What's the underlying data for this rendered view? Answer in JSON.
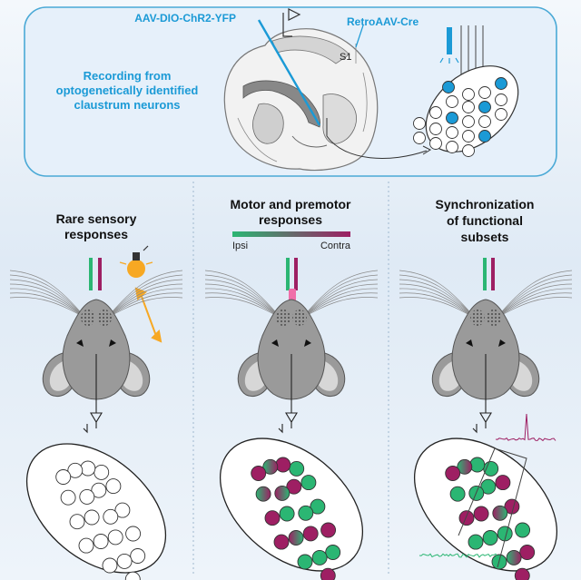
{
  "top": {
    "injection_label": "AAV-DIO-ChR2-YFP",
    "retro_label": "RetroAAV-Cre",
    "s1_label": "S1",
    "recording_line1": "Recording from",
    "recording_line2": "optogenetically identified",
    "recording_line3": "claustrum neurons"
  },
  "panels": [
    {
      "title_line1": "Rare sensory",
      "title_line2": "responses",
      "title_line3": ""
    },
    {
      "title_line1": "Motor and premotor",
      "title_line2": "responses",
      "title_line3": ""
    },
    {
      "title_line1": "Synchronization",
      "title_line2": "of functional",
      "title_line3": "subsets"
    }
  ],
  "legend": {
    "left": "Ipsi",
    "right": "Contra"
  },
  "colors": {
    "ipsi_green": "#2bb673",
    "contra_magenta": "#9e1f63",
    "opto_blue": "#1b9ad6",
    "mouse_gray": "#9a9a9a",
    "bulb_orange": "#f7a823",
    "background": "#e8f1f9"
  }
}
